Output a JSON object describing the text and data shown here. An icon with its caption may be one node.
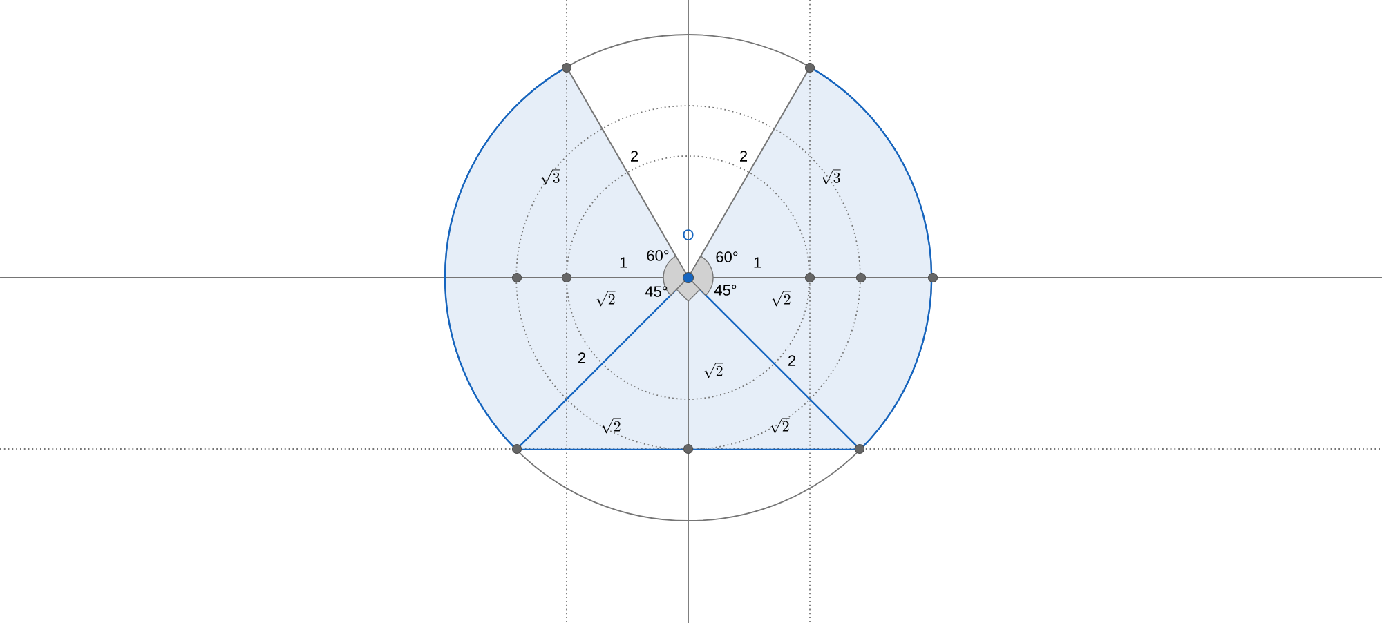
{
  "diagram": {
    "labels": [
      "2",
      "2",
      "\\sqrt{3}",
      "\\sqrt{3}",
      "O",
      "60°",
      "60°",
      "1",
      "1",
      "45°",
      "45°",
      "\\sqrt{2}",
      "\\sqrt{2}",
      "2",
      "2",
      "\\sqrt{2}",
      "\\sqrt{2}",
      "\\sqrt{2}"
    ]
  }
}
